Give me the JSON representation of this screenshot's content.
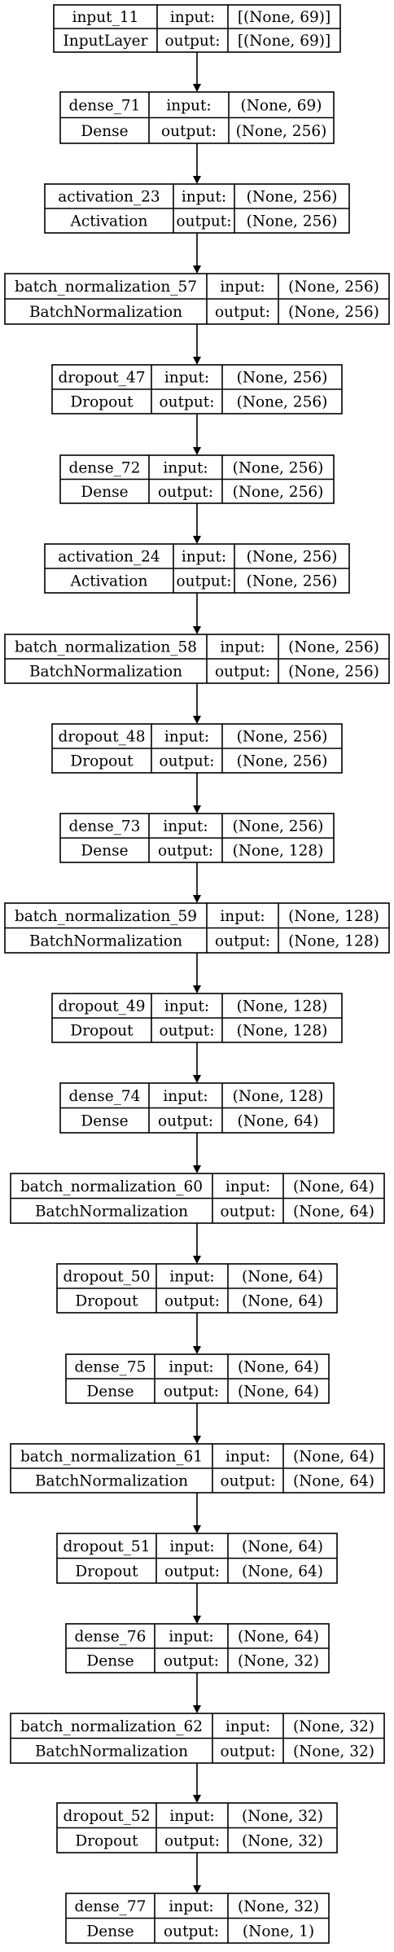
{
  "diagram": {
    "type": "keras-model-plot",
    "layers": [
      {
        "name": "input_11",
        "type": "InputLayer",
        "input_label": "input:",
        "output_label": "output:",
        "input_shape": "[(None, 69)]",
        "output_shape": "[(None, 69)]"
      },
      {
        "name": "dense_71",
        "type": "Dense",
        "input_label": "input:",
        "output_label": "output:",
        "input_shape": "(None, 69)",
        "output_shape": "(None, 256)"
      },
      {
        "name": "activation_23",
        "type": "Activation",
        "input_label": "input:",
        "output_label": "output:",
        "input_shape": "(None, 256)",
        "output_shape": "(None, 256)"
      },
      {
        "name": "batch_normalization_57",
        "type": "BatchNormalization",
        "input_label": "input:",
        "output_label": "output:",
        "input_shape": "(None, 256)",
        "output_shape": "(None, 256)"
      },
      {
        "name": "dropout_47",
        "type": "Dropout",
        "input_label": "input:",
        "output_label": "output:",
        "input_shape": "(None, 256)",
        "output_shape": "(None, 256)"
      },
      {
        "name": "dense_72",
        "type": "Dense",
        "input_label": "input:",
        "output_label": "output:",
        "input_shape": "(None, 256)",
        "output_shape": "(None, 256)"
      },
      {
        "name": "activation_24",
        "type": "Activation",
        "input_label": "input:",
        "output_label": "output:",
        "input_shape": "(None, 256)",
        "output_shape": "(None, 256)"
      },
      {
        "name": "batch_normalization_58",
        "type": "BatchNormalization",
        "input_label": "input:",
        "output_label": "output:",
        "input_shape": "(None, 256)",
        "output_shape": "(None, 256)"
      },
      {
        "name": "dropout_48",
        "type": "Dropout",
        "input_label": "input:",
        "output_label": "output:",
        "input_shape": "(None, 256)",
        "output_shape": "(None, 256)"
      },
      {
        "name": "dense_73",
        "type": "Dense",
        "input_label": "input:",
        "output_label": "output:",
        "input_shape": "(None, 256)",
        "output_shape": "(None, 128)"
      },
      {
        "name": "batch_normalization_59",
        "type": "BatchNormalization",
        "input_label": "input:",
        "output_label": "output:",
        "input_shape": "(None, 128)",
        "output_shape": "(None, 128)"
      },
      {
        "name": "dropout_49",
        "type": "Dropout",
        "input_label": "input:",
        "output_label": "output:",
        "input_shape": "(None, 128)",
        "output_shape": "(None, 128)"
      },
      {
        "name": "dense_74",
        "type": "Dense",
        "input_label": "input:",
        "output_label": "output:",
        "input_shape": "(None, 128)",
        "output_shape": "(None, 64)"
      },
      {
        "name": "batch_normalization_60",
        "type": "BatchNormalization",
        "input_label": "input:",
        "output_label": "output:",
        "input_shape": "(None, 64)",
        "output_shape": "(None, 64)"
      },
      {
        "name": "dropout_50",
        "type": "Dropout",
        "input_label": "input:",
        "output_label": "output:",
        "input_shape": "(None, 64)",
        "output_shape": "(None, 64)"
      },
      {
        "name": "dense_75",
        "type": "Dense",
        "input_label": "input:",
        "output_label": "output:",
        "input_shape": "(None, 64)",
        "output_shape": "(None, 64)"
      },
      {
        "name": "batch_normalization_61",
        "type": "BatchNormalization",
        "input_label": "input:",
        "output_label": "output:",
        "input_shape": "(None, 64)",
        "output_shape": "(None, 64)"
      },
      {
        "name": "dropout_51",
        "type": "Dropout",
        "input_label": "input:",
        "output_label": "output:",
        "input_shape": "(None, 64)",
        "output_shape": "(None, 64)"
      },
      {
        "name": "dense_76",
        "type": "Dense",
        "input_label": "input:",
        "output_label": "output:",
        "input_shape": "(None, 64)",
        "output_shape": "(None, 32)"
      },
      {
        "name": "batch_normalization_62",
        "type": "BatchNormalization",
        "input_label": "input:",
        "output_label": "output:",
        "input_shape": "(None, 32)",
        "output_shape": "(None, 32)"
      },
      {
        "name": "dropout_52",
        "type": "Dropout",
        "input_label": "input:",
        "output_label": "output:",
        "input_shape": "(None, 32)",
        "output_shape": "(None, 32)"
      },
      {
        "name": "dense_77",
        "type": "Dense",
        "input_label": "input:",
        "output_label": "output:",
        "input_shape": "(None, 32)",
        "output_shape": "(None, 1)"
      }
    ]
  }
}
